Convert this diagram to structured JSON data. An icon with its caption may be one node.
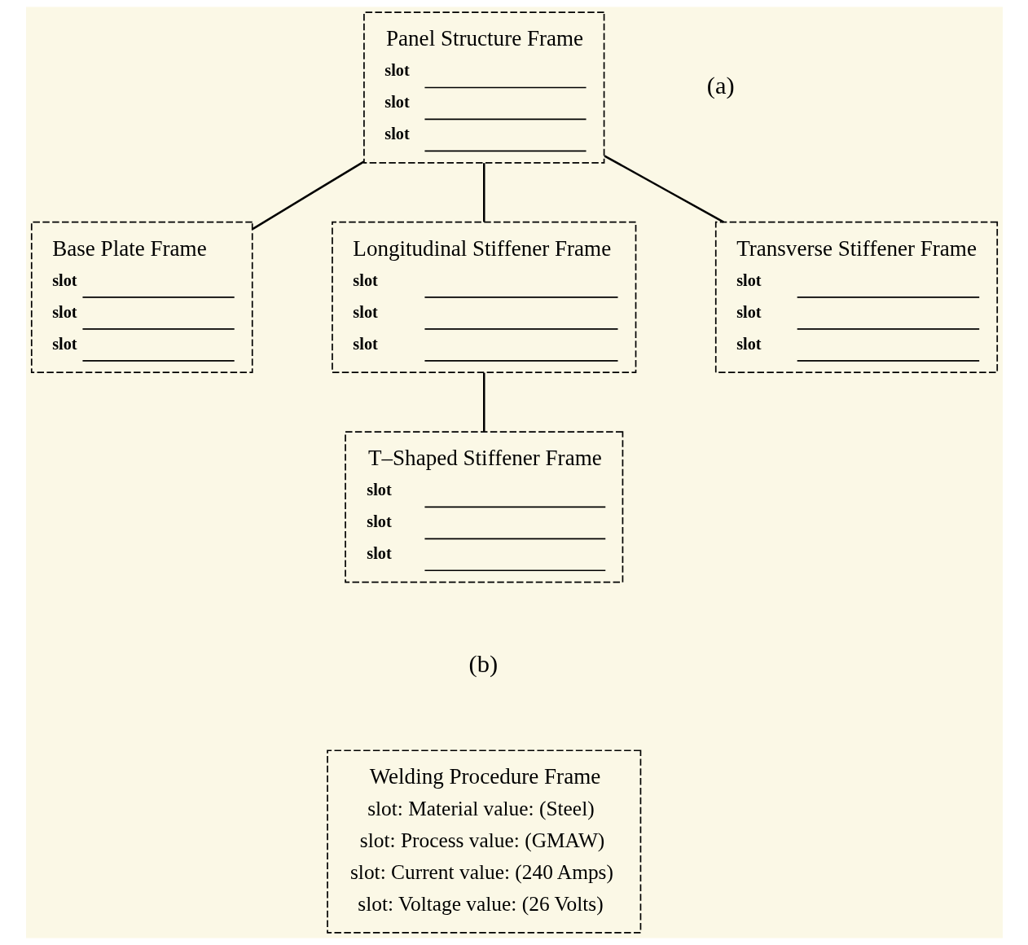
{
  "diagram": {
    "nodes": [
      {
        "text": [
          "Panel Structure Frame",
          "slot",
          "slot",
          "slot"
        ]
      },
      {
        "text": [
          "Base Plate Frame",
          "slot",
          "slot",
          "slot"
        ]
      },
      {
        "text": [
          "Longitudinal Stiffener Frame",
          "slot",
          "slot",
          "slot"
        ]
      },
      {
        "text": [
          "Transverse Stiffener Frame",
          "slot",
          "slot",
          "slot"
        ]
      },
      {
        "text": [
          "T–Shaped Stiffener Frame",
          "slot",
          "slot",
          "slot"
        ]
      },
      {
        "text": [
          "Welding Procedure Frame",
          "slot: Material value: (Steel)",
          "slot: Process value: (GMAW)",
          "slot: Current value: (240 Amps)",
          "slot: Voltage value: (26 Volts)"
        ]
      }
    ],
    "edges": [
      {
        "from": 0,
        "to": 1,
        "arrow": "none"
      },
      {
        "from": 0,
        "to": 2,
        "arrow": "none"
      },
      {
        "from": 0,
        "to": 3,
        "arrow": "none"
      },
      {
        "from": 2,
        "to": 4,
        "arrow": "none"
      }
    ],
    "labels": [
      "(a)",
      "(b)"
    ]
  }
}
